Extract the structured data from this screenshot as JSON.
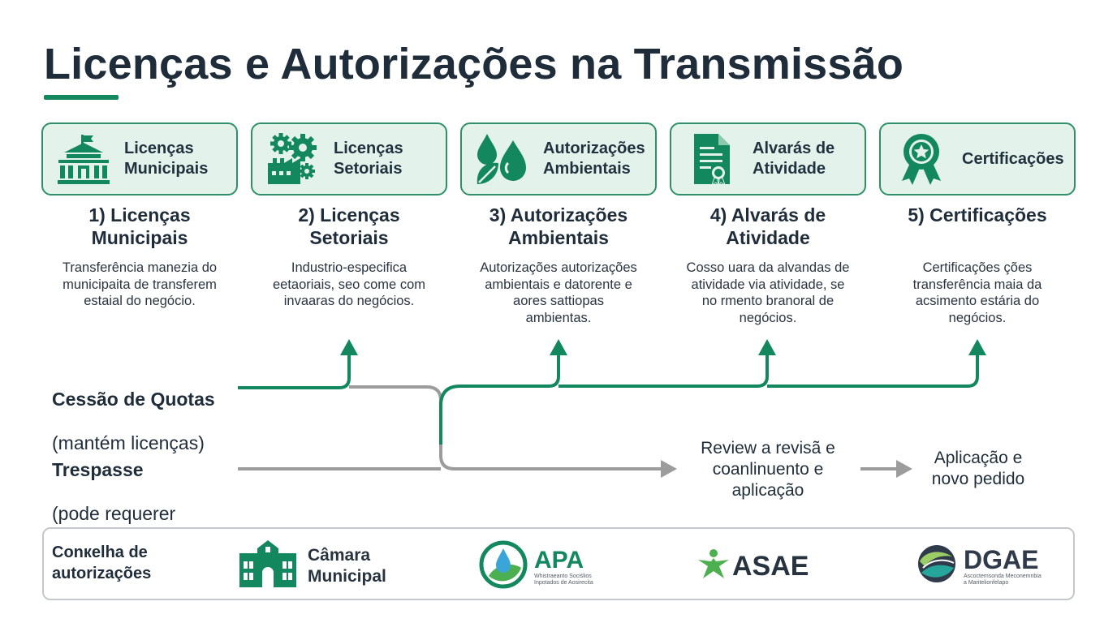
{
  "title": "Licenças e Autorizações na Transmissão",
  "colors": {
    "accent": "#13875e",
    "card_bg": "#e3f2ea",
    "card_border": "#2f8f66",
    "grey_line": "#9a9a9a",
    "text": "#1f2d3a"
  },
  "cards": [
    {
      "icon": "town-hall-icon",
      "label": "Licenças\nMunicipais",
      "heading": "1) Licenças\nMunicipais",
      "description": "Transferência manezia do\nmunicipaita de transferem\nestaial do negócio."
    },
    {
      "icon": "gears-factory-icon",
      "label": "Licenças\nSetoriais",
      "heading": "2) Licenças\nSetoriais",
      "description": "Industrio-especifica\neetaoriais, seo come com\ninvaaras do negócios."
    },
    {
      "icon": "water-leaf-icon",
      "label": "Autorizações\nAmbientais",
      "heading": "3) Autorizações\nAmbientais",
      "description": "Autorizações autorizações\nambientais e datorente e\naores sattiopas\nambientas."
    },
    {
      "icon": "certificate-document-icon",
      "label": "Alvarás de\nAtividade",
      "heading": "4) Alvarás de\nAtividade",
      "description": "Cosso uara da alvandas de\natividade via atividade, se\nno rmento branoral de\nnegócios."
    },
    {
      "icon": "award-badge-icon",
      "label": "Certificações",
      "heading": "5) Certificações",
      "description": "Certificações ções\ntransferência maia da\nacsimento estária do\nnegócios."
    }
  ],
  "flows": {
    "quotas": {
      "title": "Cessão de Quotas",
      "subtitle": "(mantém licenças)"
    },
    "trespasse": {
      "title": "Trespasse",
      "subtitle": "(pode requerer\nnovo pedido)"
    },
    "review": "Review a revisã e\ncoanlinuento e\naplicação",
    "application": "Aplicação e\nnovo pedido"
  },
  "bottom": {
    "label": "Conкelha de\nautorizações",
    "orgs": [
      {
        "icon": "town-hall-icon",
        "name": "Câmara\nMunicipal"
      },
      {
        "icon": "apa-logo-icon",
        "name": "APA",
        "sub": "Whistraeanto Sociślios\nInpotados de Aosirecita"
      },
      {
        "icon": "asae-star-icon",
        "name": "ASAE"
      },
      {
        "icon": "dgae-swirl-icon",
        "name": "DGAE",
        "sub": "Ascoctemsonda Meconemnbia\na Maritelionfelapo"
      }
    ]
  }
}
